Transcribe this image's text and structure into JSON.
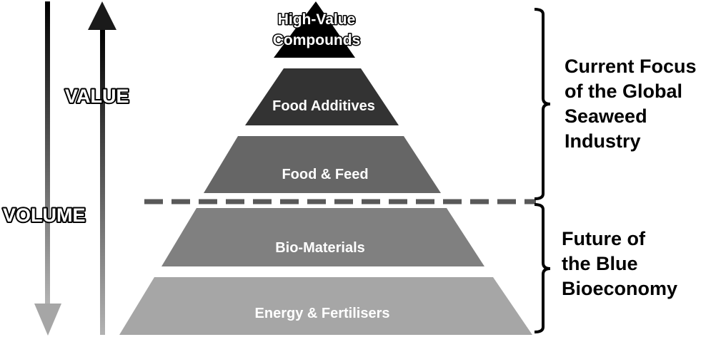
{
  "pyramid": {
    "tiers": [
      {
        "label_lines": [
          "High-Value",
          "Compounds"
        ],
        "color": "#000000"
      },
      {
        "label_lines": [
          "Food Additives"
        ],
        "color": "#333333"
      },
      {
        "label_lines": [
          "Food & Feed"
        ],
        "color": "#666666"
      },
      {
        "label_lines": [
          "Bio-Materials"
        ],
        "color": "#808080"
      },
      {
        "label_lines": [
          "Energy & Fertilisers"
        ],
        "color": "#a6a6a6"
      }
    ]
  },
  "arrows": {
    "value_label": "VALUE",
    "volume_label": "VOLUME"
  },
  "brackets": {
    "current": {
      "lines": [
        "Current Focus",
        "of the Global",
        "Seaweed",
        "Industry"
      ]
    },
    "future": {
      "lines": [
        "Future of",
        "the Blue",
        "Bioeconomy"
      ]
    }
  },
  "colors": {
    "background": "#ffffff",
    "ink": "#000000",
    "divider": "#595959"
  }
}
